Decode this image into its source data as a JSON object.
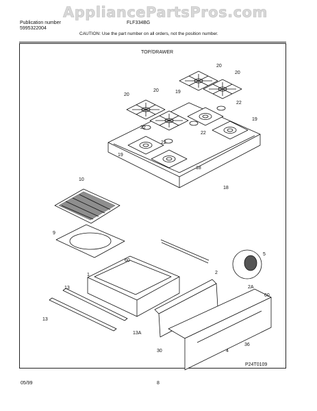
{
  "watermark": "AppliancePartsPros.com",
  "header": {
    "publication_label": "Publication number",
    "publication_number": "5995322004",
    "model": "FLF334BG",
    "caution": "CAUTION:  Use the part number on all orders, not the position number.",
    "section": "TOP/DRAWER"
  },
  "footer": {
    "date": "05/99",
    "page": "8",
    "diagram_id": "P24T0109"
  },
  "callouts": [
    "20",
    "20",
    "20",
    "20",
    "19",
    "22",
    "22",
    "22",
    "19",
    "22",
    "19",
    "18",
    "18",
    "10",
    "9",
    "60",
    "1",
    "2",
    "13",
    "13",
    "13A",
    "5",
    "2A",
    "60",
    "30",
    "4",
    "36"
  ]
}
